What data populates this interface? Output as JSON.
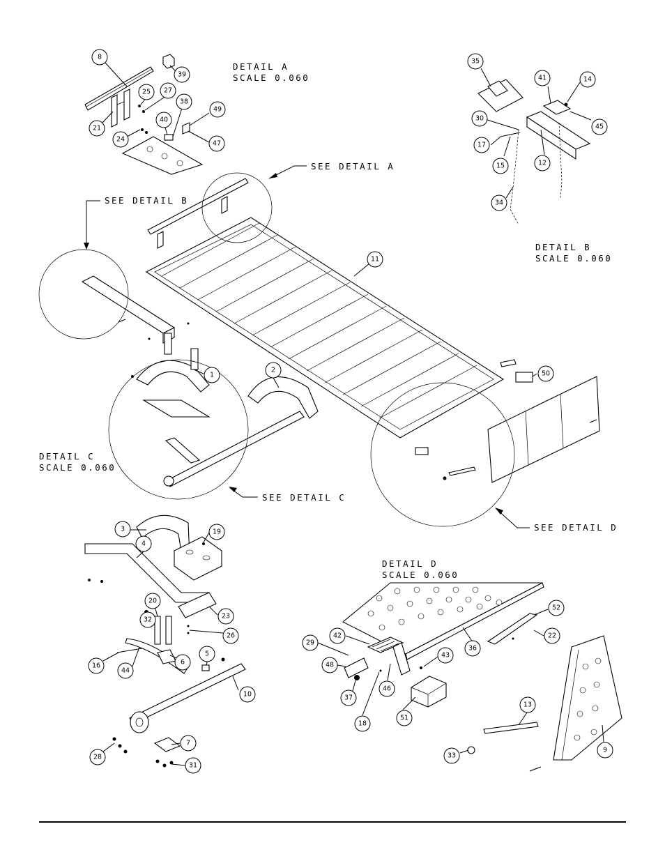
{
  "details": [
    {
      "id": "A",
      "title": "DETAIL  A",
      "scale": "SCALE  0.060"
    },
    {
      "id": "B",
      "title": "DETAIL  B",
      "scale": "SCALE  0.060"
    },
    {
      "id": "C",
      "title": "DETAIL  C",
      "scale": "SCALE  0.060"
    },
    {
      "id": "D",
      "title": "DETAIL  D",
      "scale": "SCALE  0.060"
    }
  ],
  "callouts": {
    "see_a": "SEE DETAIL  A",
    "see_b": "SEE DETAIL  B",
    "see_c": "SEE DETAIL  C",
    "see_d": "SEE DETAIL  D"
  },
  "parts": {
    "p1": "1",
    "p2": "2",
    "p3": "3",
    "p4": "4",
    "p5": "5",
    "p6": "6",
    "p7": "7",
    "p8": "8",
    "p9": "9",
    "p10": "10",
    "p11": "11",
    "p12": "12",
    "p13": "13",
    "p14": "14",
    "p15": "15",
    "p16": "16",
    "p17": "17",
    "p18": "18",
    "p19": "19",
    "p20": "20",
    "p21": "21",
    "p22": "22",
    "p23": "23",
    "p24": "24",
    "p25": "25",
    "p26": "26",
    "p27": "27",
    "p28": "28",
    "p29": "29",
    "p30": "30",
    "p31": "31",
    "p32": "32",
    "p33": "33",
    "p34": "34",
    "p35": "35",
    "p36": "36",
    "p37": "37",
    "p38": "38",
    "p39": "39",
    "p40": "40",
    "p41": "41",
    "p42": "42",
    "p43": "43",
    "p44": "44",
    "p45": "45",
    "p46": "46",
    "p47": "47",
    "p48": "48",
    "p49": "49",
    "p50": "50",
    "p51": "51",
    "p52": "52"
  }
}
